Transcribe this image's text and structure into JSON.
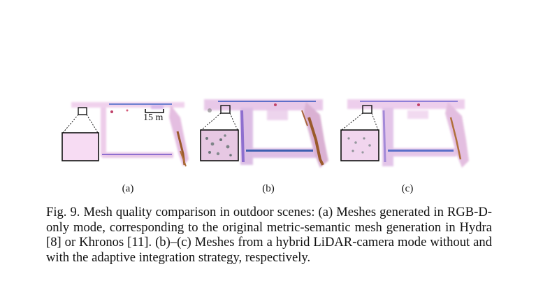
{
  "figure": {
    "panels": [
      {
        "id": "a",
        "label": "(a)"
      },
      {
        "id": "b",
        "label": "(b)"
      },
      {
        "id": "c",
        "label": "(c)"
      }
    ],
    "scale_bar_label": "15 m",
    "caption": "Fig. 9. Mesh quality comparison in outdoor scenes: (a) Meshes generated in RGB-D-only mode, corresponding to the original metric-semantic mesh generation in Hydra [8] or Khronos [11]. (b)–(c) Meshes from a hybrid LiDAR-camera mode without and with the adaptive integration strategy, respectively."
  },
  "colors": {
    "mesh_pink": "#ebc4e6",
    "mesh_purple": "#8e6fcf",
    "mesh_blue": "#3d5fb0",
    "mesh_brown": "#9a5a2a",
    "inset_fill": "#f3d3ee",
    "inset_border": "#222222"
  }
}
